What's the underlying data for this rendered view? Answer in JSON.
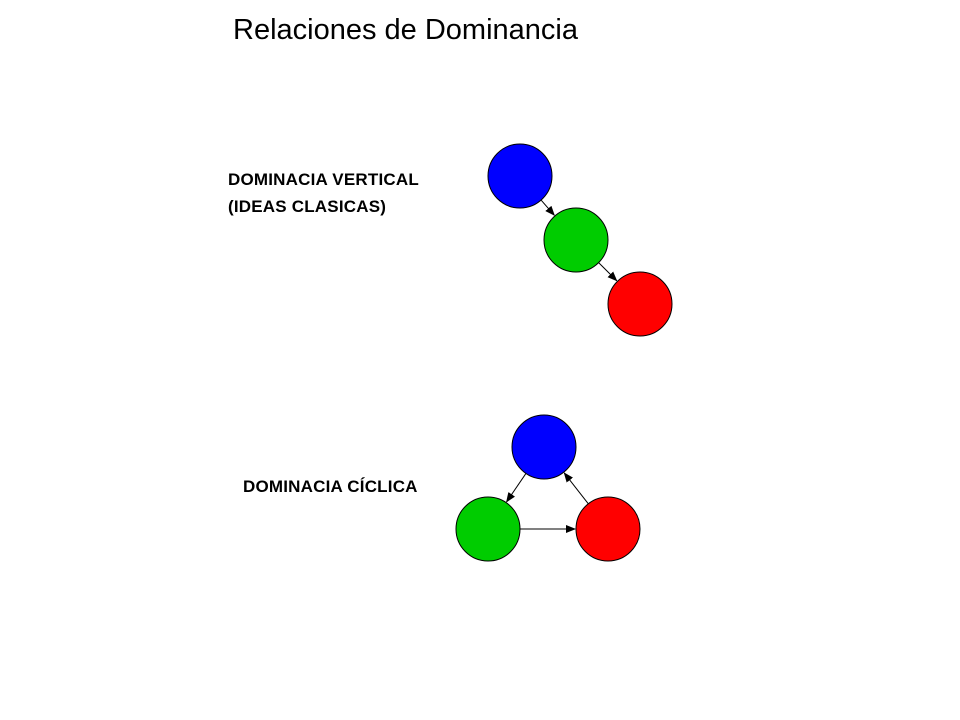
{
  "title": "Relaciones de Dominancia",
  "vertical": {
    "label_line1": "DOMINACIA VERTICAL",
    "label_line2": "(IDEAS CLASICAS)",
    "nodes": [
      {
        "name": "blue-node",
        "color": "#0000ff"
      },
      {
        "name": "green-node",
        "color": "#00cc00"
      },
      {
        "name": "red-node",
        "color": "#ff0000"
      }
    ],
    "edges": [
      [
        "blue-node",
        "green-node"
      ],
      [
        "green-node",
        "red-node"
      ]
    ]
  },
  "cyclic": {
    "label": "DOMINACIA CÍCLICA",
    "nodes": [
      {
        "name": "blue-node",
        "color": "#0000ff"
      },
      {
        "name": "green-node",
        "color": "#00cc00"
      },
      {
        "name": "red-node",
        "color": "#ff0000"
      }
    ],
    "edges": [
      [
        "blue-node",
        "green-node"
      ],
      [
        "green-node",
        "red-node"
      ],
      [
        "red-node",
        "blue-node"
      ]
    ]
  }
}
